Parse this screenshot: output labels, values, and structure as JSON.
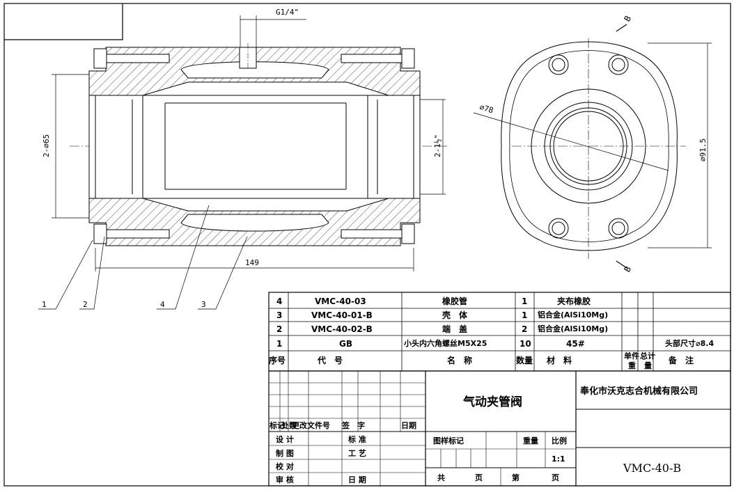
{
  "dimensions": {
    "thread_top": "G1/4\"",
    "left_vertical": "2-⌀65",
    "right_vertical": "2-1½\"",
    "diameter_bolt_circle": "⌀78",
    "diameter_flange": "⌀91.5",
    "length": "149"
  },
  "section_labels": [
    "B",
    "B"
  ],
  "balloons": [
    "1",
    "2",
    "4",
    "3"
  ],
  "parts_list": [
    {
      "no": "4",
      "code": "VMC-40-03",
      "name": "橡胶管",
      "qty": "1",
      "material": "夹布橡胶",
      "unit": "",
      "total": "",
      "remark": ""
    },
    {
      "no": "3",
      "code": "VMC-40-01-B",
      "name": "壳　体",
      "qty": "1",
      "material": "铝合金(AlSi10Mg)",
      "unit": "",
      "total": "",
      "remark": ""
    },
    {
      "no": "2",
      "code": "VMC-40-02-B",
      "name": "端　盖",
      "qty": "2",
      "material": "铝合金(AlSi10Mg)",
      "unit": "",
      "total": "",
      "remark": ""
    },
    {
      "no": "1",
      "code": "GB",
      "name": "小头内六角螺丝M5X25",
      "qty": "10",
      "material": "45#",
      "unit": "",
      "total": "",
      "remark": "头部尺寸⌀8.4"
    }
  ],
  "parts_header": {
    "no": "序号",
    "code": "代　号",
    "name": "名　称",
    "qty": "数量",
    "material": "材　料",
    "unit_a": "单件",
    "unit_b": "重",
    "total_a": "总计",
    "total_b": "量",
    "remark": "备　注"
  },
  "title_block": {
    "drawing_title": "气动夹管阀",
    "company": "奉化市沃克志合机械有限公司",
    "drawing_number": "VMC-40-B",
    "scale": "1:1",
    "rev_header": [
      "标记",
      "处数",
      "更改文件号",
      "签　字",
      "日期"
    ],
    "row_design": "设 计",
    "row_standard": "标 准",
    "row_draw": "制 图",
    "row_process": "工 艺",
    "row_check": "校 对",
    "row_review": "审 核",
    "row_date": "日 期",
    "label_stage": "图样标记",
    "label_weight": "重量",
    "label_scale": "比例",
    "label_total": "共",
    "label_page": "页",
    "label_sheet": "第",
    "label_page2": "页"
  }
}
